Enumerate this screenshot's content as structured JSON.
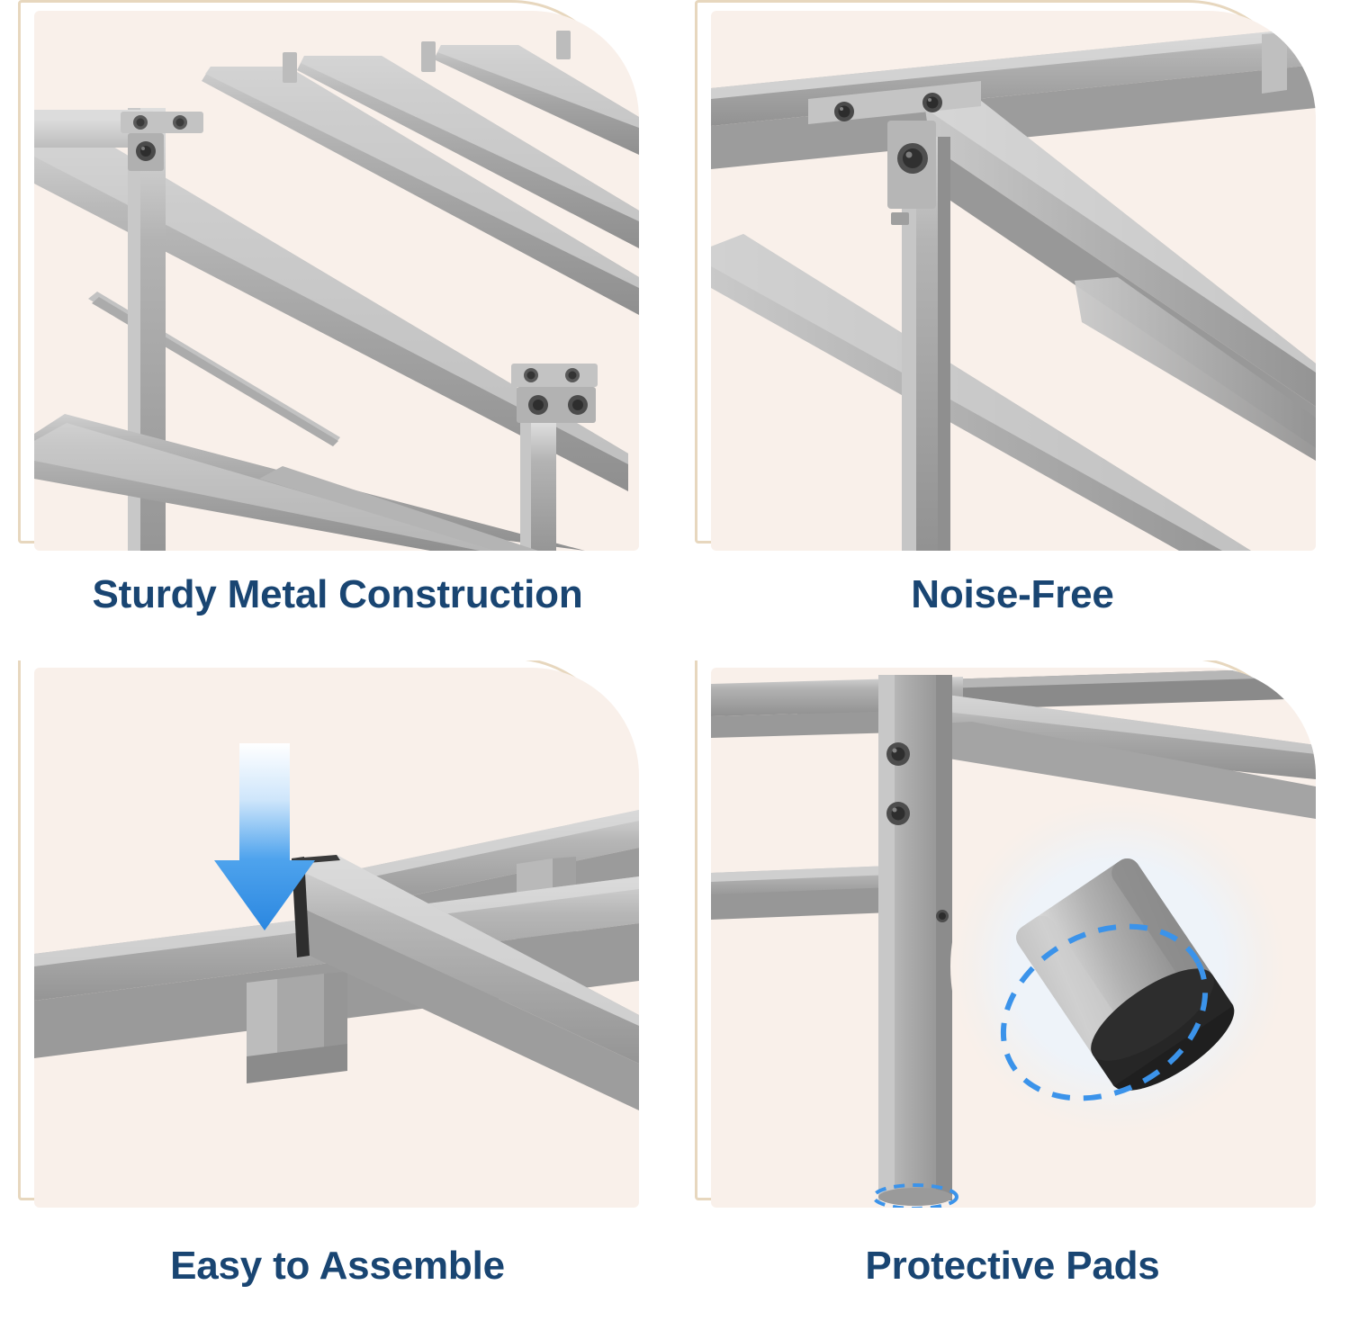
{
  "page": {
    "background": "#ffffff",
    "panel_background": "#f9f0ea",
    "panel_border_color": "#e7d7be",
    "caption_color": "#194572",
    "accent_blue": "#2e8fe8",
    "metal_grey": "#a8a8a8",
    "metal_dark": "#8d8d8d",
    "metal_light": "#c9c9c9",
    "pad_black": "#2b2b2b"
  },
  "features": [
    {
      "id": "sturdy-metal-construction",
      "caption": "Sturdy Metal Construction",
      "image_alt": "Close-up of a grey metal bed frame showing diagonal slats bolted to the side rail",
      "icons": [
        "bolt-icon",
        "screw-icon"
      ]
    },
    {
      "id": "noise-free",
      "caption": "Noise-Free",
      "image_alt": "Close-up of a bolted corner joint of the metal bed frame with a support leg",
      "icons": [
        "bolt-icon",
        "screw-icon"
      ]
    },
    {
      "id": "easy-to-assemble",
      "caption": "Easy to Assemble",
      "image_alt": "Slat dropping into a hook bracket on the side rail, indicated by a blue downward arrow",
      "icons": [
        "down-arrow-icon",
        "hook-bracket-icon"
      ]
    },
    {
      "id": "protective-pads",
      "caption": "Protective Pads",
      "image_alt": "Bed frame leg with a magnified circular inset showing the black rubber protective pad on the leg end, outlined with a blue dashed ellipse",
      "icons": [
        "magnifier-inset-icon",
        "dashed-ellipse-icon"
      ]
    }
  ]
}
